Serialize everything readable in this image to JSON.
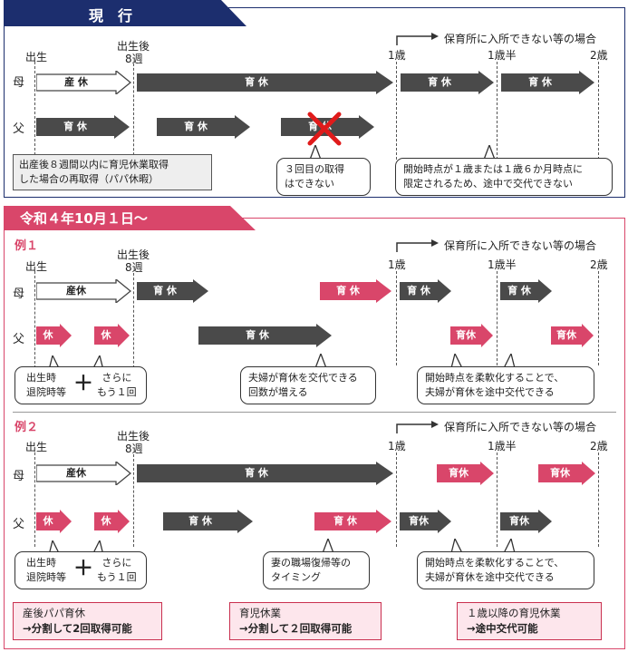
{
  "current": {
    "header": "現　行",
    "timeline": {
      "birth": "出生",
      "after_birth": "出生後",
      "weeks8": "8週",
      "age1": "1歳",
      "age1half": "1歳半",
      "age2": "2歳"
    },
    "nursery_note": "保育所に入所できない等の場合",
    "rows": {
      "mother": "母",
      "father": "父"
    },
    "labels": {
      "maternity": "産 休",
      "childcare": "育 休"
    },
    "bubble_papa": "出産後８週間以内に育児休業取得\nした場合の再取得（パパ休暇）",
    "bubble_third": "３回目の取得\nはできない",
    "bubble_start": "開始時点が１歳または１歳６か月時点に\n限定されるため、途中で交代できない"
  },
  "new": {
    "header": "令和４年10月１日～",
    "example1": {
      "title": "例１",
      "timeline": {
        "birth": "出生",
        "after_birth": "出生後",
        "weeks8": "8週",
        "age1": "1歳",
        "age1half": "1歳半",
        "age2": "2歳"
      },
      "nursery_note": "保育所に入所できない等の場合",
      "rows": {
        "mother": "母",
        "father": "父"
      },
      "labels": {
        "maternity": "産休",
        "childcare": "育 休",
        "childcare_short": "育休",
        "leave": "休"
      },
      "bubble_birth_left": "出生時\n退院時等",
      "bubble_birth_right": "さらに\nもう１回",
      "bubble_plus": "＋",
      "bubble_couple": "夫婦が育休を交代できる\n回数が増える",
      "bubble_flex": "開始時点を柔軟化することで、\n夫婦が育休を途中交代できる"
    },
    "example2": {
      "title": "例２",
      "timeline": {
        "birth": "出生",
        "after_birth": "出生後",
        "weeks8": "8週",
        "age1": "1歳",
        "age1half": "1歳半",
        "age2": "2歳"
      },
      "nursery_note": "保育所に入所できない等の場合",
      "rows": {
        "mother": "母",
        "father": "父"
      },
      "labels": {
        "maternity": "産休",
        "childcare": "育 休",
        "childcare_short": "育休",
        "leave": "休"
      },
      "bubble_birth_left": "出生時\n退院時等",
      "bubble_birth_right": "さらに\nもう１回",
      "bubble_plus": "＋",
      "bubble_return": "妻の職場復帰等の\nタイミング",
      "bubble_flex": "開始時点を柔軟化することで、\n夫婦が育休を途中交代できる"
    },
    "summary": [
      {
        "line1": "産後パパ育休",
        "line2": "→分割して2回取得可能"
      },
      {
        "line1": "育児休業",
        "line2": "→分割して２回取得可能"
      },
      {
        "line1": "１歳以降の育児休業",
        "line2": "→途中交代可能"
      }
    ]
  },
  "colors": {
    "navy": "#1c2e6e",
    "pink": "#d9466a",
    "dark": "#4a4a4a",
    "summary_bg": "#fde6ec"
  }
}
